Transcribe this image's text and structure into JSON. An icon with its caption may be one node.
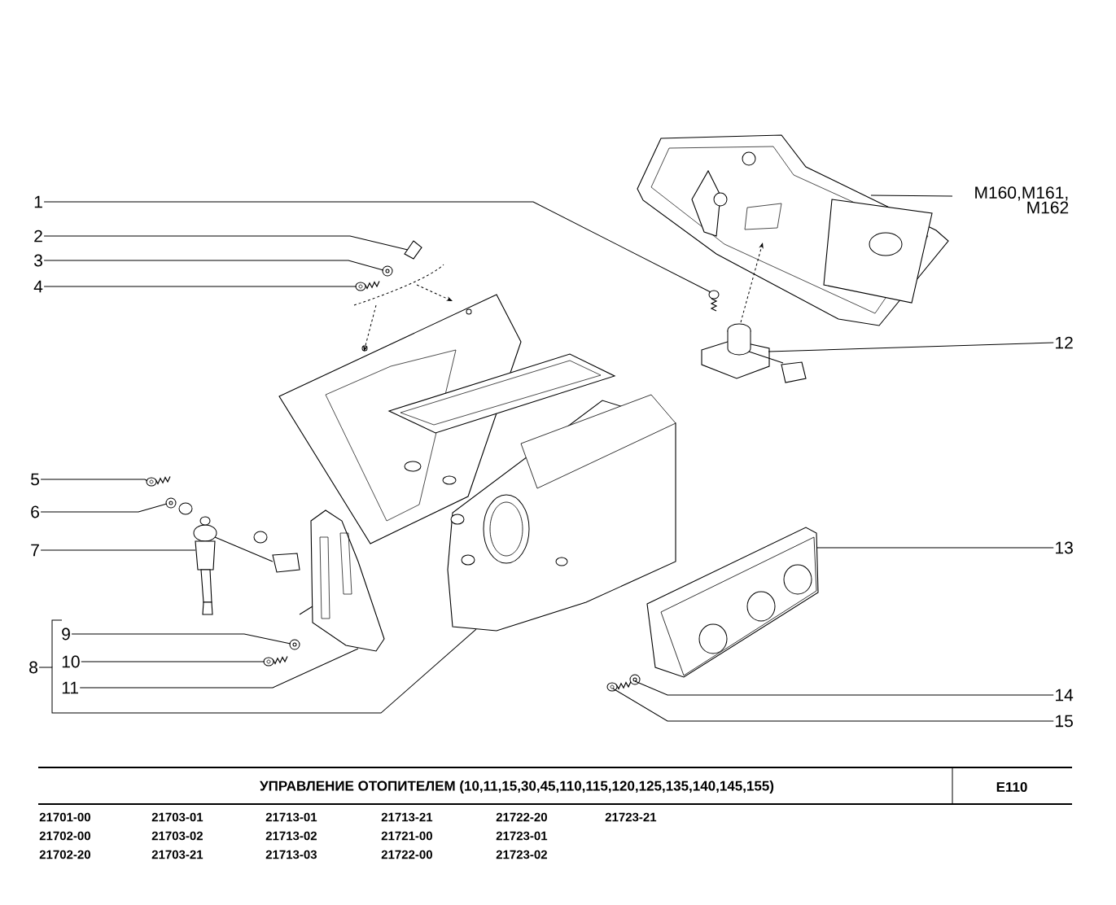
{
  "diagram": {
    "nodes": [
      {
        "text": [
          "1"
        ]
      },
      {
        "text": [
          "2"
        ]
      },
      {
        "text": [
          "3"
        ]
      },
      {
        "text": [
          "4"
        ]
      },
      {
        "text": [
          "5"
        ]
      },
      {
        "text": [
          "6"
        ]
      },
      {
        "text": [
          "7"
        ]
      },
      {
        "text": [
          "8"
        ]
      },
      {
        "text": [
          "9"
        ]
      },
      {
        "text": [
          "10"
        ]
      },
      {
        "text": [
          "11"
        ]
      },
      {
        "text": [
          "M160,M161, M162"
        ]
      },
      {
        "text": [
          "12"
        ]
      },
      {
        "text": [
          "13"
        ]
      },
      {
        "text": [
          "14"
        ]
      },
      {
        "text": [
          "15"
        ]
      },
      {
        "text": [],
        "shape": "picture"
      },
      {
        "text": [],
        "shape": "picture"
      },
      {
        "text": [],
        "shape": "picture"
      },
      {
        "text": [],
        "shape": "picture"
      },
      {
        "text": [],
        "shape": "picture"
      },
      {
        "text": [],
        "shape": "picture"
      },
      {
        "text": [],
        "shape": "picture"
      },
      {
        "text": [],
        "shape": "picture"
      },
      {
        "text": [],
        "shape": "picture"
      },
      {
        "text": [],
        "shape": "picture"
      },
      {
        "text": [],
        "shape": "picture"
      },
      {
        "text": [],
        "shape": "picture"
      },
      {
        "text": [],
        "shape": "picture"
      },
      {
        "text": [],
        "shape": "picture"
      },
      {
        "text": [],
        "shape": "picture"
      },
      {
        "text": [],
        "shape": "picture"
      }
    ],
    "edges": [
      {
        "from": 0,
        "to": 16,
        "arrow": "none"
      },
      {
        "from": 1,
        "to": 17,
        "arrow": "none"
      },
      {
        "from": 2,
        "to": 18,
        "arrow": "none"
      },
      {
        "from": 3,
        "to": 19,
        "arrow": "none"
      },
      {
        "from": 4,
        "to": 20,
        "arrow": "none"
      },
      {
        "from": 5,
        "to": 21,
        "arrow": "none"
      },
      {
        "from": 6,
        "to": 22,
        "arrow": "none"
      },
      {
        "from": 7,
        "to": 23,
        "arrow": "none"
      },
      {
        "from": 8,
        "to": 24,
        "arrow": "none"
      },
      {
        "from": 9,
        "to": 25,
        "arrow": "none"
      },
      {
        "from": 10,
        "to": 26,
        "arrow": "none"
      },
      {
        "from": 11,
        "to": 27,
        "arrow": "none"
      },
      {
        "from": 12,
        "to": 28,
        "arrow": "none"
      },
      {
        "from": 13,
        "to": 29,
        "arrow": "none"
      },
      {
        "from": 14,
        "to": 30,
        "arrow": "none"
      },
      {
        "from": 15,
        "to": 31,
        "arrow": "none"
      },
      {
        "from": 28,
        "to": 27,
        "arrow": "to",
        "style": "dashed"
      }
    ],
    "labels": [
      "УПРАВЛЕНИЕ ОТОПИТЕЛЕМ (10,11,15,30,45,110,115,120,125,135,140,145,155)",
      "E110",
      "21701-00",
      "21703-01",
      "21713-01",
      "21713-21",
      "21722-20",
      "21723-21",
      "21702-00",
      "21703-02",
      "21713-02",
      "21721-00",
      "21723-01",
      "21702-20",
      "21703-21",
      "21713-03",
      "21722-00",
      "21723-02"
    ]
  }
}
